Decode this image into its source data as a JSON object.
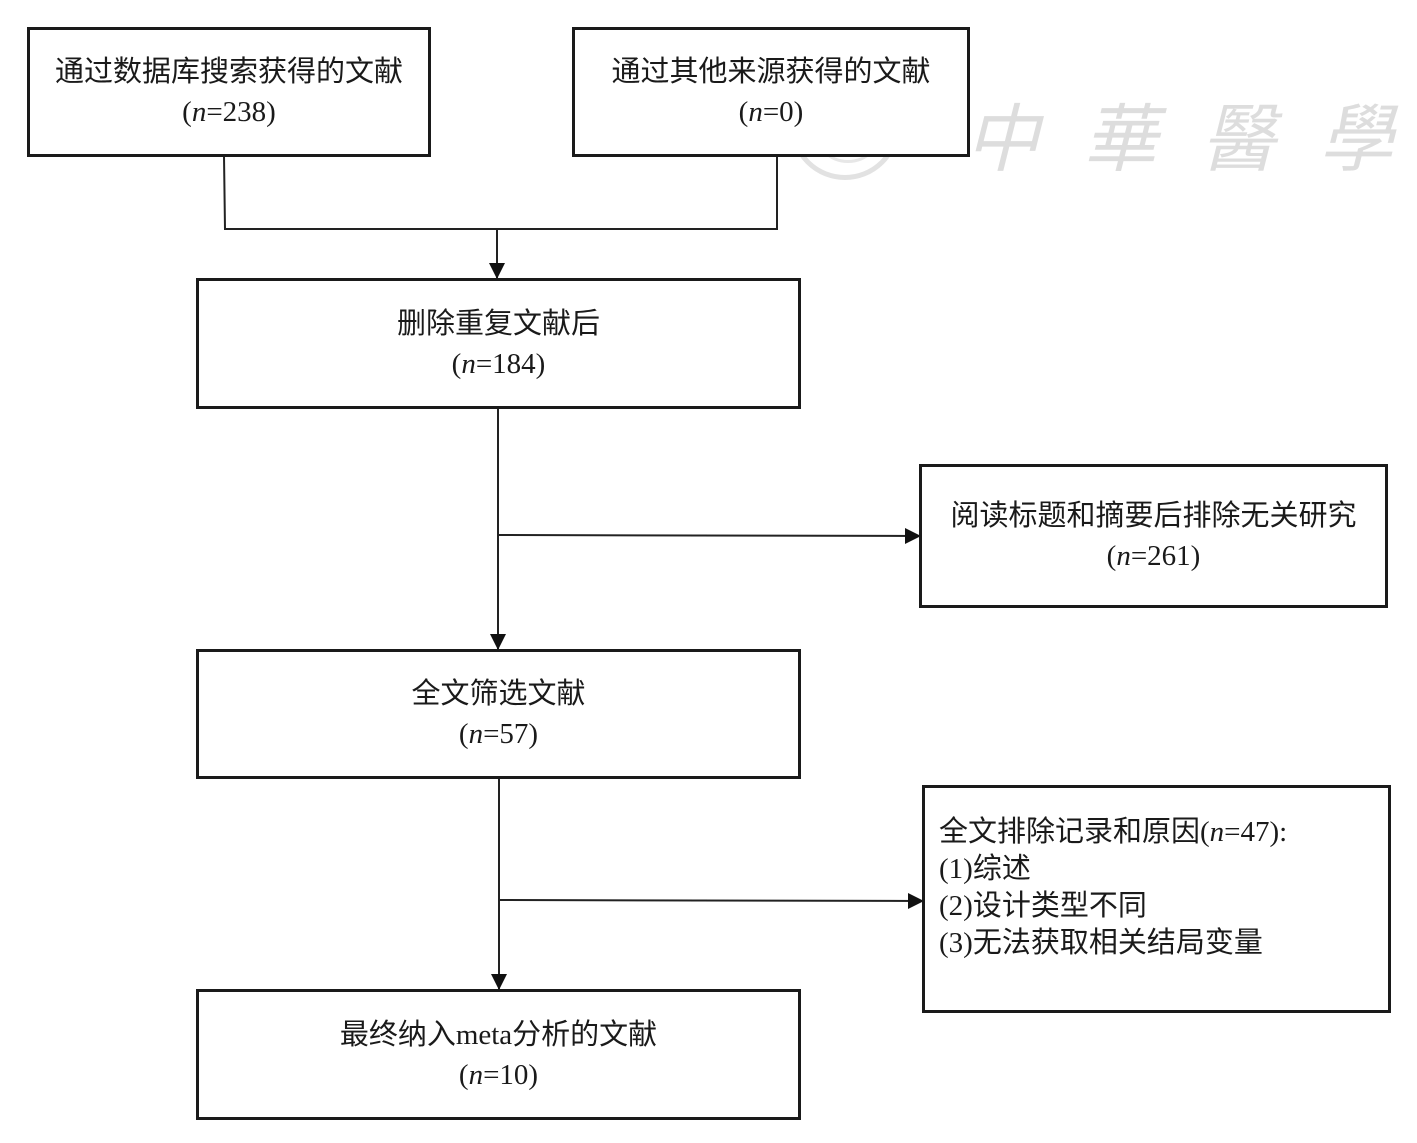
{
  "figure_type": "PRISMA flow diagram",
  "watermark": {
    "text": "中華醫學會",
    "icon": "society-seal-icon"
  },
  "boxes": {
    "database_search": {
      "label": "通过数据库搜索获得的文献",
      "n_prefix": "(",
      "n_var": "n",
      "n_value": "=238)"
    },
    "other_sources": {
      "label": "通过其他来源获得的文献",
      "n_prefix": "(",
      "n_var": "n",
      "n_value": "=0)"
    },
    "after_dedup": {
      "label": "删除重复文献后",
      "n_prefix": "(",
      "n_var": "n",
      "n_value": "=184)"
    },
    "excluded_title_abstract": {
      "label": "阅读标题和摘要后排除无关研究",
      "n_prefix": "(",
      "n_var": "n",
      "n_value": "=261)"
    },
    "fulltext_screened": {
      "label": "全文筛选文献",
      "n_prefix": "(",
      "n_var": "n",
      "n_value": "=57)"
    },
    "excluded_fulltext": {
      "title_prefix": "全文排除记录和原因(",
      "n_var": "n",
      "title_suffix": "=47):",
      "reasons": [
        "(1)综述",
        "(2)设计类型不同",
        "(3)无法获取相关结局变量"
      ]
    },
    "included": {
      "label": "最终纳入meta分析的文献",
      "n_prefix": "(",
      "n_var": "n",
      "n_value": "=10)"
    }
  },
  "counts": {
    "database_search": 238,
    "other_sources": 0,
    "after_dedup": 184,
    "excluded_title_abstract": 261,
    "fulltext_screened": 57,
    "excluded_fulltext": 47,
    "included": 10
  }
}
